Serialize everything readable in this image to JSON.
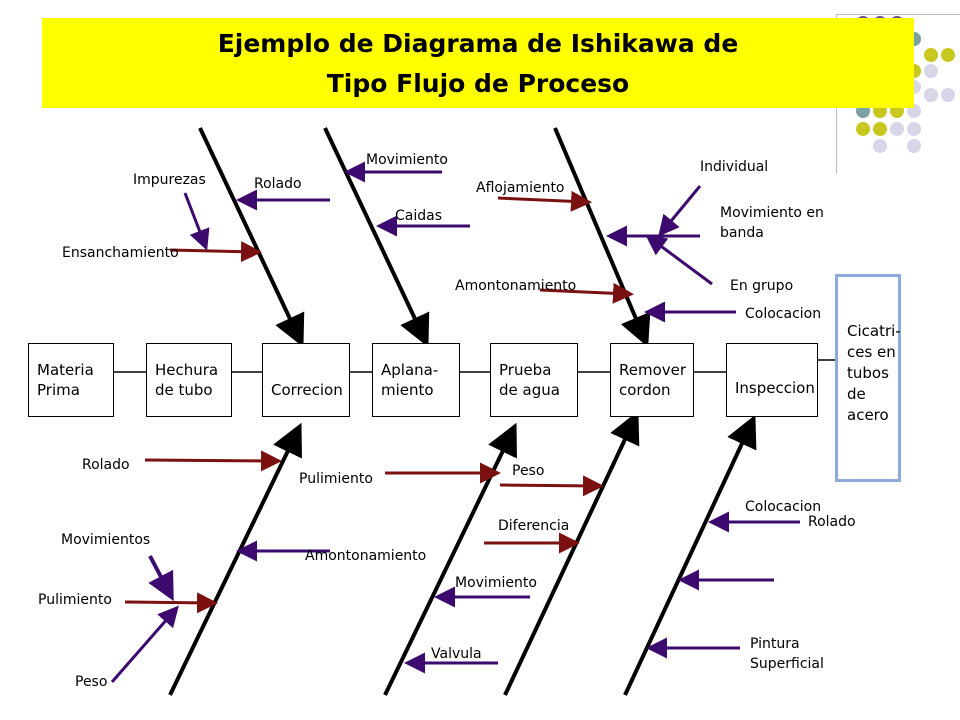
{
  "title": {
    "line1": "Ejemplo de Diagrama de Ishikawa de",
    "line2": "Tipo Flujo de Proceso"
  },
  "colors": {
    "banner": "#ffff00",
    "dark_red_arrow": "#7b1010",
    "purple_arrow": "#3c0a6e",
    "final_box_border": "#8ea9db"
  },
  "process_steps": [
    "Materia\nPrima",
    "Hechura\nde tubo",
    "Correcion",
    "Aplana-\nmiento",
    "Prueba\nde agua",
    "Remover\ncordon",
    "Inspeccion"
  ],
  "final_result": "Cicatri-\nces en\ntubos\nde\nacero",
  "causes": {
    "top_correcion": [
      "Impurezas",
      "Rolado",
      "Ensanchamiento"
    ],
    "top_aplanamiento": [
      "Movimiento",
      "Caidas"
    ],
    "top_remover": [
      "Aflojamiento",
      "Individual",
      "Movimiento en\nbanda",
      "En grupo",
      "Amontonamiento",
      "Colocacion"
    ],
    "bottom_correcion": [
      "Rolado",
      "Movimientos",
      "Pulimiento",
      "Peso"
    ],
    "bottom_aplanamiento": [
      "Pulimiento",
      "Amontonamiento"
    ],
    "bottom_prueba": [
      "Peso",
      "Diferencia",
      "Movimiento",
      "Valvula"
    ],
    "bottom_inspeccion": [
      "Colocacion",
      "Rolado",
      "Pintura\nSuperficial"
    ]
  }
}
